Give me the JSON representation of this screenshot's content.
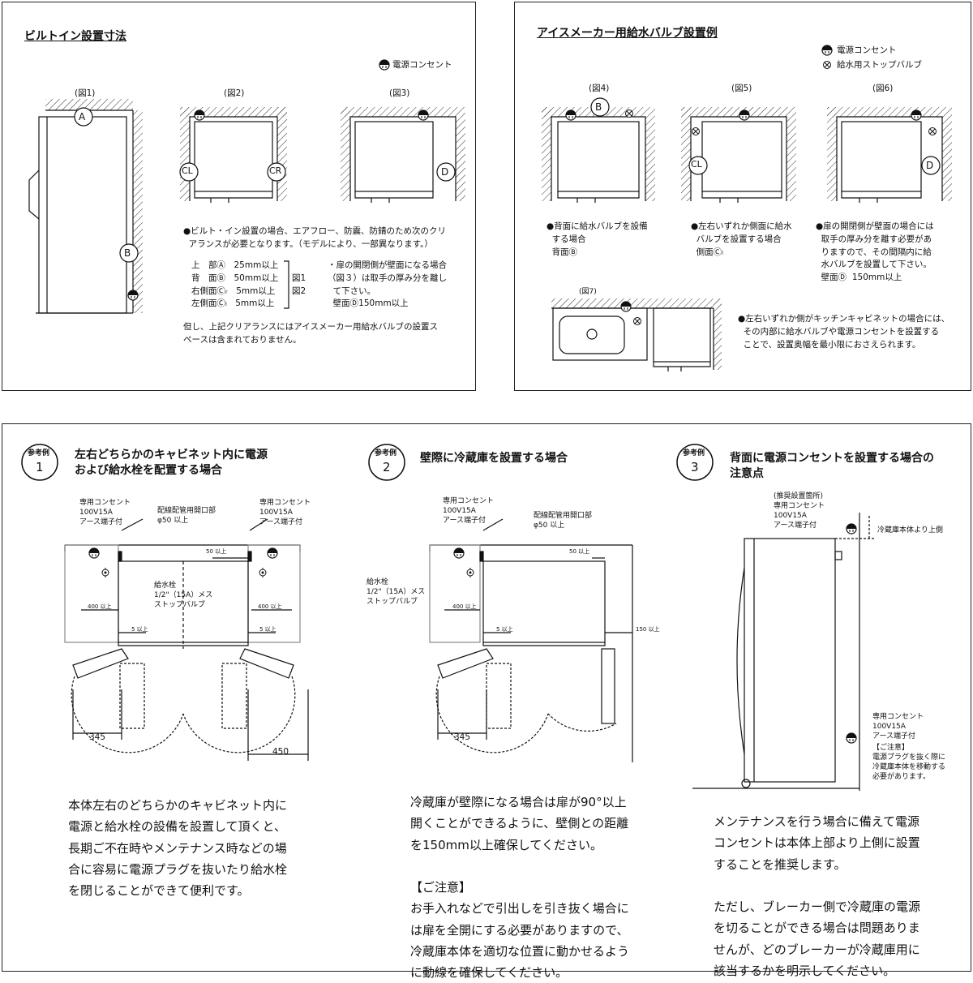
{
  "top_left": {
    "title": "ビルトイン設置寸法",
    "legend_outlet": "電源コンセント",
    "fig1": "(図1)",
    "fig2": "(図2)",
    "fig3": "(図3)",
    "lbl_a": "A",
    "lbl_b": "B",
    "lbl_cl": "CL",
    "lbl_cr": "CR",
    "lbl_d": "D",
    "note1": "●ビルト・イン設置の場合、エアフロー、防震、防錆のため次のクリ\n  アランスが必要となります。（モデルにより、一部異なります。）",
    "clearance": "上　部Ⓐ　25mm以上\n背　面Ⓑ　50mm以上\n右側面Ⓒᵣ　5mm以上\n左側面Ⓒₗ　5mm以上",
    "fig_ref": "図1\n図2",
    "door_note": "・扉の開閉側が壁面になる場合\n（図３）は取手の厚み分を離し\n  て下さい。\n  壁面Ⓓ150mm以上",
    "note2": "但し、上記クリアランスにはアイスメーカー用給水バルブの設置ス\nペースは含まれておりません。"
  },
  "top_right": {
    "title": "アイスメーカー用給水バルブ設置例",
    "legend_outlet": "電源コンセント",
    "legend_valve": "給水用ストップバルブ",
    "fig4": "(図4)",
    "fig5": "(図5)",
    "fig6": "(図6)",
    "fig7": "(図7)",
    "lbl_b": "B",
    "lbl_cl": "CL",
    "lbl_d": "D",
    "note4": "●背面に給水バルブを設備\n  する場合\n  背面Ⓑ",
    "note5": "●左右いずれか側面に給水\n  バルブを設置する場合\n  側面Ⓒₗ",
    "note6": "●扉の開閉側が壁面の場合には\n  取手の厚み分を離す必要があ\n  りますので、その間隔内に給\n  水バルブを設置して下さい。\n  壁面Ⓓ  150mm以上",
    "note7": "●左右いずれか側がキッチンキャビネットの場合には、\n  その内部に給水バルブや電源コンセントを設置する\n  ことで、設置奥幅を最小限におさえられます。"
  },
  "bottom": {
    "ref_label": "参考例",
    "ex1": {
      "num": "1",
      "title": "左右どちらかのキャビネット内に電源\nおよび給水栓を配置する場合",
      "outlet_left": "専用コンセント\n100V15A\nアース端子付",
      "opening": "配線配管用開口部\nφ50 以上",
      "outlet_right": "専用コンセント\n100V15A\nアース端子付",
      "faucet": "給水栓\n1/2\"（15A）メス\nストップバルブ",
      "dim_50": "50 以上",
      "dim_400l": "400 以上",
      "dim_400r": "400 以上",
      "dim_5l": "5 以上",
      "dim_5r": "5 以上",
      "dim_345": "345",
      "dim_450": "450",
      "body": "本体左右のどちらかのキャビネット内に\n電源と給水栓の設備を設置して頂くと、\n長期ご不在時やメンテナンス時などの場\n合に容易に電源プラグを抜いたり給水栓\nを閉じることができて便利です。"
    },
    "ex2": {
      "num": "2",
      "title": "壁際に冷蔵庫を設置する場合",
      "outlet": "専用コンセント\n100V15A\nアース端子付",
      "opening": "配線配管用開口部\nφ50 以上",
      "faucet": "給水栓\n1/2\"（15A）メス\nストップバルブ",
      "dim_50": "50 以上",
      "dim_400": "400 以上",
      "dim_5": "5 以上",
      "dim_150": "150 以上",
      "dim_345": "345",
      "body": "冷蔵庫が壁際になる場合は扉が90°以上\n開くことができるように、壁側との距離\nを150mm以上確保してください。\n\n【ご注意】\nお手入れなどで引出しを引き抜く場合に\nは扉を全開にする必要がありますので、\n冷蔵庫本体を適切な位置に動かせるよう\nに動線を確保してください。"
    },
    "ex3": {
      "num": "3",
      "title": "背面に電源コンセントを設置する場合の\n注意点",
      "recommended": "(推奨設置箇所)\n専用コンセント\n100V15A\nアース端子付",
      "above": "冷蔵庫本体より上側",
      "outlet_low": "専用コンセント\n100V15A\nアース端子付",
      "caution": "【ご注意】\n電源プラグを抜く際に\n冷蔵庫本体を移動する\n必要があります。",
      "body": "メンテナンスを行う場合に備えて電源\nコンセントは本体上部より上側に設置\nすることを推奨します。\n\nただし、ブレーカー側で冷蔵庫の電源\nを切ることができる場合は問題ありま\nせんが、どのブレーカーが冷蔵庫用に\n該当するかを明示してください。"
    }
  }
}
